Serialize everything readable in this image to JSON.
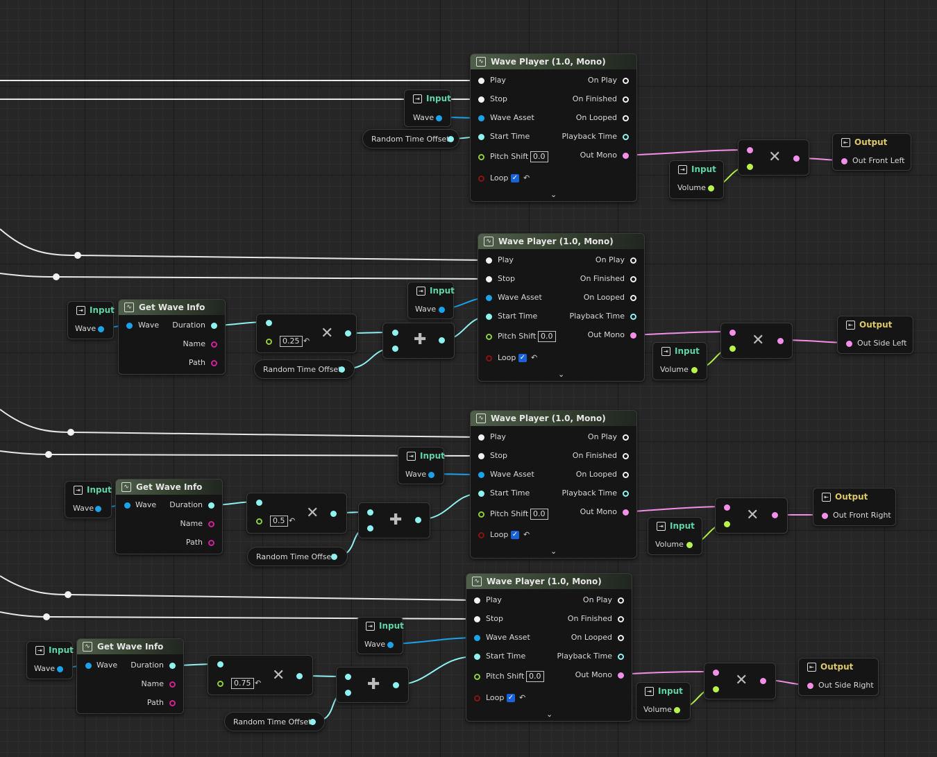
{
  "wave_player": {
    "title": "Wave Player (1.0, Mono)",
    "inputs": [
      "Play",
      "Stop",
      "Wave Asset",
      "Start Time",
      "Pitch Shift",
      "Loop"
    ],
    "outputs": [
      "On Play",
      "On Finished",
      "On Looped",
      "Playback Time",
      "Out Mono"
    ],
    "pitch_value": "0.0",
    "loop_checked": true,
    "icon": "waveform-icon",
    "expand_icon": "chevron-down-icon"
  },
  "get_wave_info": {
    "title": "Get Wave Info",
    "input": "Wave",
    "outputs": [
      "Duration",
      "Name",
      "Path"
    ]
  },
  "input_node": {
    "label": "Input"
  },
  "output_node": {
    "label": "Output"
  },
  "pins": {
    "wave": "Wave",
    "volume": "Volume"
  },
  "random_offset": "Random Time Offset",
  "outputs": [
    "Out Front Left",
    "Out Side Left",
    "Out Front Right",
    "Out Side Right"
  ],
  "multipliers": [
    "0.25",
    "0.5",
    "0.75"
  ],
  "colors": {
    "trigger": "#f2f2f2",
    "wave_asset": "#1aa3ea",
    "time": "#8ff2f0",
    "float": "#b7f34a",
    "audio": "#f38ee9",
    "string": "#d21f9a",
    "bool": "#8a1212"
  }
}
